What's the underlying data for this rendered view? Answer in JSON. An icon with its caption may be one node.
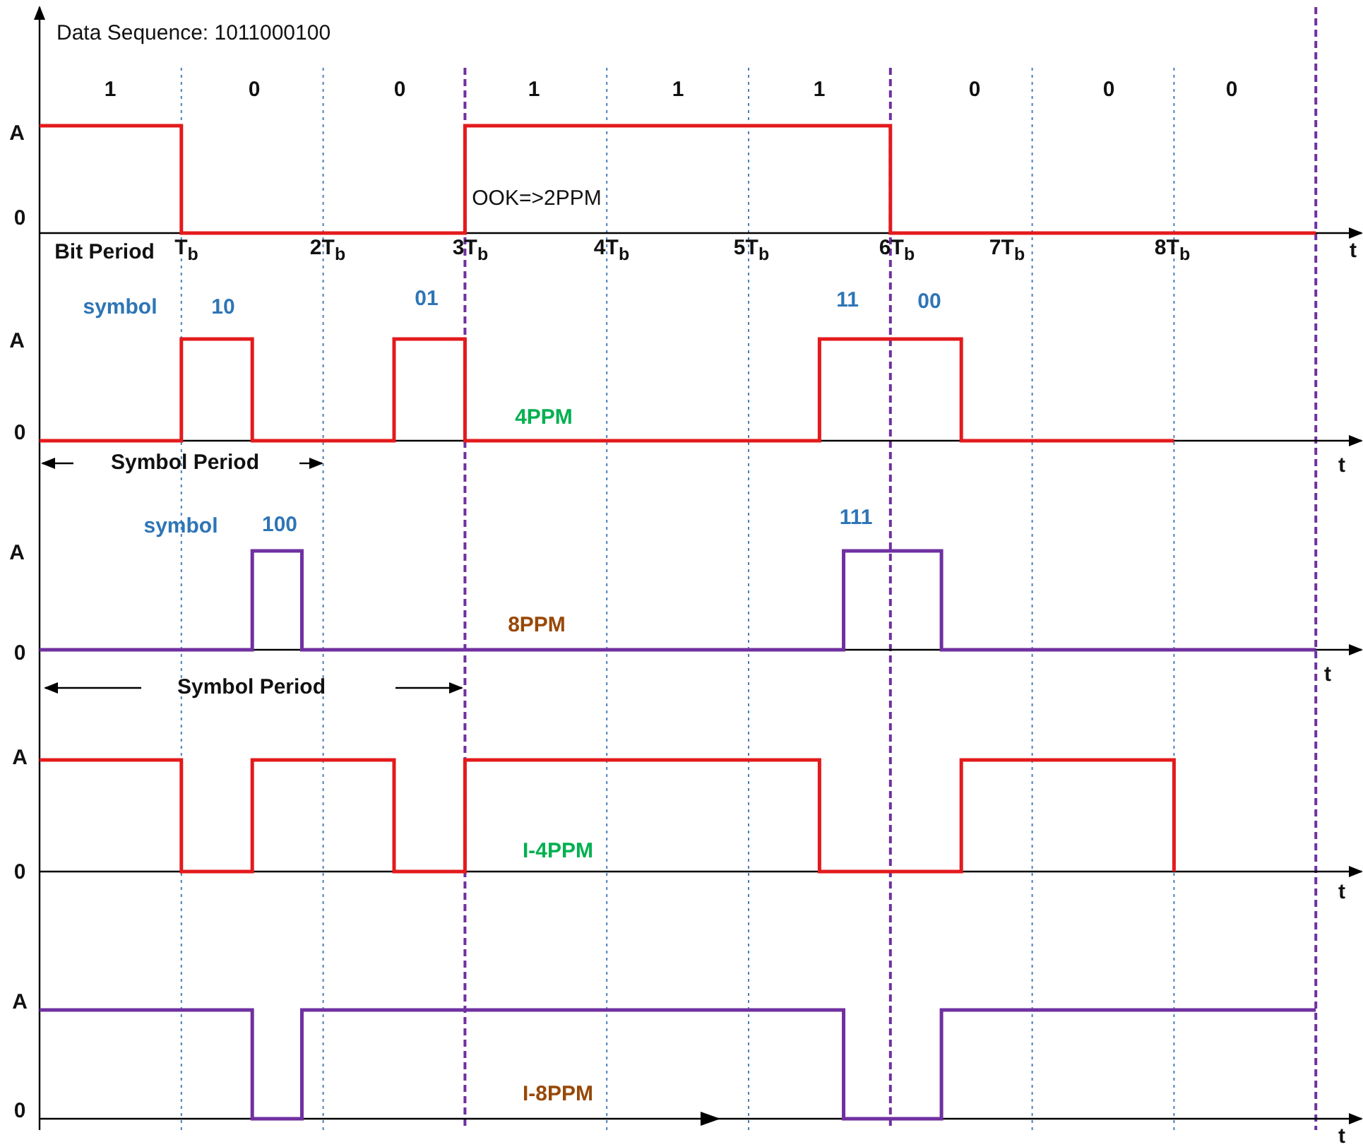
{
  "diagram": {
    "labels": [
      "Data Sequence: 1011000100",
      "1",
      "0",
      "0",
      "1",
      "1",
      "1",
      "0",
      "0",
      "0",
      "A",
      "OOK=>2PPM",
      "0",
      "Bit Period",
      "T$_{b}$",
      "2T$_{b}$",
      "3T$_{b}$",
      "4T$_{b}$",
      "5T$_{b}$",
      "6T$_{b}$",
      "7T$_{b}$",
      "8T$_{b}$",
      "t",
      "symbol",
      "10",
      "01",
      "11",
      "00",
      "A",
      "4PPM",
      "0",
      "t",
      "Symbol Period",
      "symbol",
      "100",
      "111",
      "A",
      "8PPM",
      "0",
      "t",
      "Symbol Period",
      "A",
      "I-4PPM",
      "0",
      "t",
      "A",
      "I-8PPM",
      "0",
      "t"
    ]
  }
}
